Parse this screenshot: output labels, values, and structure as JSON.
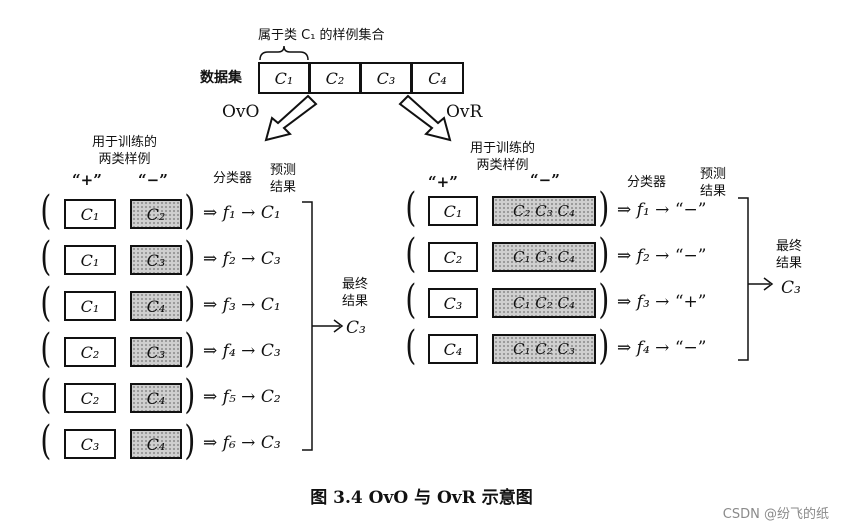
{
  "top": {
    "subset_label": "属于类 C₁ 的样例集合",
    "dataset_label": "数据集",
    "dataset_cells": [
      "C₁",
      "C₂",
      "C₃",
      "C₄"
    ]
  },
  "ovo": {
    "method_label": "OvO",
    "pair_header": "用于训练的\n两类样例",
    "pos_header": "“+”",
    "neg_header": "“−”",
    "classifier_header": "分类器",
    "pred_header": "预测\n结果",
    "rows": [
      {
        "pos": "C₁",
        "neg": "C₂",
        "clf": "f₁",
        "pred": "C₁"
      },
      {
        "pos": "C₁",
        "neg": "C₃",
        "clf": "f₂",
        "pred": "C₃"
      },
      {
        "pos": "C₁",
        "neg": "C₄",
        "clf": "f₃",
        "pred": "C₁"
      },
      {
        "pos": "C₂",
        "neg": "C₃",
        "clf": "f₄",
        "pred": "C₃"
      },
      {
        "pos": "C₂",
        "neg": "C₄",
        "clf": "f₅",
        "pred": "C₂"
      },
      {
        "pos": "C₃",
        "neg": "C₄",
        "clf": "f₆",
        "pred": "C₃"
      }
    ],
    "final_label": "最终\n结果",
    "final_value": "C₃"
  },
  "ovr": {
    "method_label": "OvR",
    "pair_header": "用于训练的\n两类样例",
    "pos_header": "“+”",
    "neg_header": "“−”",
    "classifier_header": "分类器",
    "pred_header": "预测\n结果",
    "rows": [
      {
        "pos": "C₁",
        "neg": "C₂ C₃ C₄",
        "clf": "f₁",
        "pred": "“−”"
      },
      {
        "pos": "C₂",
        "neg": "C₁ C₃ C₄",
        "clf": "f₂",
        "pred": "“−”"
      },
      {
        "pos": "C₃",
        "neg": "C₁ C₂ C₄",
        "clf": "f₃",
        "pred": "“+”"
      },
      {
        "pos": "C₄",
        "neg": "C₁ C₂ C₃",
        "clf": "f₄",
        "pred": "“−”"
      }
    ],
    "final_label": "最终\n结果",
    "final_value": "C₃"
  },
  "caption": "图 3.4   OvO 与 OvR 示意图",
  "watermark": "CSDN @纷飞的纸"
}
